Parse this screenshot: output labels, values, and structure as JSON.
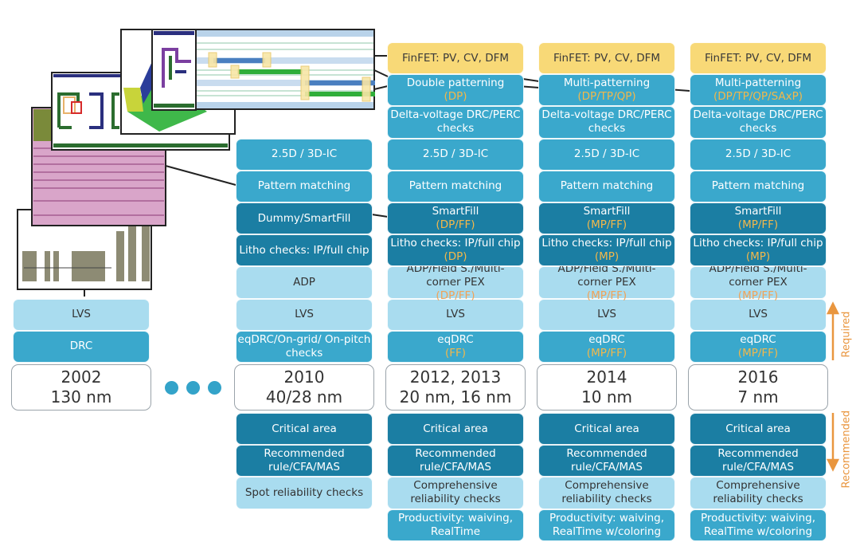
{
  "columns": [
    {
      "id": "2002",
      "year_line1": "2002",
      "year_line2": "130 nm",
      "required": [
        {
          "text": "DRC",
          "hl": "",
          "tone": "mid"
        },
        {
          "text": "LVS",
          "hl": "",
          "tone": "light"
        }
      ],
      "recommended": []
    },
    {
      "id": "2010",
      "year_line1": "2010",
      "year_line2": "40/28 nm",
      "required": [
        {
          "text": "eqDRC/On-grid/ On-pitch checks",
          "hl": "",
          "tone": "mid"
        },
        {
          "text": "LVS",
          "hl": "",
          "tone": "light"
        },
        {
          "text": "ADP",
          "hl": "",
          "tone": "light"
        },
        {
          "text": "Litho checks: IP/full chip",
          "hl": "",
          "tone": "dark"
        },
        {
          "text": "Dummy/SmartFill",
          "hl": "",
          "tone": "dark"
        },
        {
          "text": "Pattern matching",
          "hl": "",
          "tone": "mid"
        },
        {
          "text": "2.5D / 3D-IC",
          "hl": "",
          "tone": "mid"
        }
      ],
      "recommended": [
        {
          "text": "Critical area",
          "hl": "",
          "tone": "dark"
        },
        {
          "text": "Recommended rule/CFA/MAS",
          "hl": "",
          "tone": "dark"
        },
        {
          "text": "Spot reliability checks",
          "hl": "",
          "tone": "light"
        }
      ]
    },
    {
      "id": "2012",
      "year_line1": "2012, 2013",
      "year_line2": "20 nm, 16 nm",
      "required": [
        {
          "text": "eqDRC",
          "hl": "(FF)",
          "tone": "mid"
        },
        {
          "text": "LVS",
          "hl": "",
          "tone": "light"
        },
        {
          "text": "ADP/Field S./Multi- corner PEX",
          "hl": "(DP/FF)",
          "tone": "light"
        },
        {
          "text": "Litho checks: IP/full chip",
          "hl": "(DP)",
          "tone": "dark"
        },
        {
          "text": "SmartFill",
          "hl": "(DP/FF)",
          "tone": "dark"
        },
        {
          "text": "Pattern matching",
          "hl": "",
          "tone": "mid"
        },
        {
          "text": "2.5D / 3D-IC",
          "hl": "",
          "tone": "mid"
        },
        {
          "text": "Delta-voltage DRC/PERC checks",
          "hl": "",
          "tone": "mid"
        },
        {
          "text": "Double patterning",
          "hl": "(DP)",
          "tone": "mid"
        },
        {
          "text": "FinFET: PV, CV, DFM",
          "hl": "",
          "tone": "yellow"
        }
      ],
      "recommended": [
        {
          "text": "Critical area",
          "hl": "",
          "tone": "dark"
        },
        {
          "text": "Recommended rule/CFA/MAS",
          "hl": "",
          "tone": "dark"
        },
        {
          "text": "Comprehensive reliability checks",
          "hl": "",
          "tone": "light"
        },
        {
          "text": "Productivity: waiving, RealTime",
          "hl": "",
          "tone": "mid"
        }
      ]
    },
    {
      "id": "2014",
      "year_line1": "2014",
      "year_line2": "10 nm",
      "required": [
        {
          "text": "eqDRC",
          "hl": "(MP/FF)",
          "tone": "mid"
        },
        {
          "text": "LVS",
          "hl": "",
          "tone": "light"
        },
        {
          "text": "ADP/Field S./Multi- corner PEX",
          "hl": "(MP/FF)",
          "tone": "light"
        },
        {
          "text": "Litho checks: IP/full chip",
          "hl": "(MP)",
          "tone": "dark"
        },
        {
          "text": "SmartFill",
          "hl": "(MP/FF)",
          "tone": "dark"
        },
        {
          "text": "Pattern matching",
          "hl": "",
          "tone": "mid"
        },
        {
          "text": "2.5D / 3D-IC",
          "hl": "",
          "tone": "mid"
        },
        {
          "text": "Delta-voltage DRC/PERC checks",
          "hl": "",
          "tone": "mid"
        },
        {
          "text": "Multi-patterning",
          "hl": "(DP/TP/QP)",
          "tone": "mid"
        },
        {
          "text": "FinFET: PV, CV, DFM",
          "hl": "",
          "tone": "yellow"
        }
      ],
      "recommended": [
        {
          "text": "Critical area",
          "hl": "",
          "tone": "dark"
        },
        {
          "text": "Recommended rule/CFA/MAS",
          "hl": "",
          "tone": "dark"
        },
        {
          "text": "Comprehensive reliability checks",
          "hl": "",
          "tone": "light"
        },
        {
          "text": "Productivity: waiving, RealTime w/coloring",
          "hl": "",
          "tone": "mid"
        }
      ]
    },
    {
      "id": "2016",
      "year_line1": "2016",
      "year_line2": "7 nm",
      "required": [
        {
          "text": "eqDRC",
          "hl": "(MP/FF)",
          "tone": "mid"
        },
        {
          "text": "LVS",
          "hl": "",
          "tone": "light"
        },
        {
          "text": "ADP/Field S./Multi- corner PEX",
          "hl": "(MP/FF)",
          "tone": "light"
        },
        {
          "text": "Litho checks: IP/full chip",
          "hl": "(MP)",
          "tone": "dark"
        },
        {
          "text": "SmartFill",
          "hl": "(MP/FF)",
          "tone": "dark"
        },
        {
          "text": "Pattern matching",
          "hl": "",
          "tone": "mid"
        },
        {
          "text": "2.5D / 3D-IC",
          "hl": "",
          "tone": "mid"
        },
        {
          "text": "Delta-voltage DRC/PERC checks",
          "hl": "",
          "tone": "mid"
        },
        {
          "text": "Multi-patterning",
          "hl": "(DP/TP/QP/SAxP)",
          "tone": "mid"
        },
        {
          "text": "FinFET: PV, CV, DFM",
          "hl": "",
          "tone": "yellow"
        }
      ],
      "recommended": [
        {
          "text": "Critical area",
          "hl": "",
          "tone": "dark"
        },
        {
          "text": "Recommended rule/CFA/MAS",
          "hl": "",
          "tone": "dark"
        },
        {
          "text": "Comprehensive reliability checks",
          "hl": "",
          "tone": "light"
        },
        {
          "text": "Productivity: waiving, RealTime w/coloring",
          "hl": "",
          "tone": "mid"
        }
      ]
    }
  ],
  "side_labels": {
    "required": "Required",
    "recommended": "Recommended"
  },
  "ellipsis_dots": 3,
  "colors": {
    "yellow": "#f8d977",
    "mid": "#3aa8cc",
    "dark": "#1b7ea3",
    "light": "#a9dcef",
    "highlight": "#f3b84a",
    "arrow": "#e9963f"
  }
}
